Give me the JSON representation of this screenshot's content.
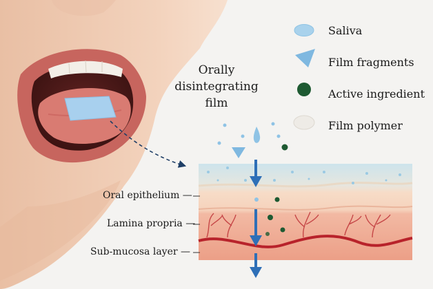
{
  "film_label": [
    "Orally",
    "disintegrating",
    "film"
  ],
  "legend": [
    {
      "icon": "saliva-drop-icon",
      "label": "Saliva",
      "color": "#a9d2ec"
    },
    {
      "icon": "film-fragment-icon",
      "label": "Film fragments",
      "color": "#7fb8e0"
    },
    {
      "icon": "active-ingredient-icon",
      "label": "Active ingredient",
      "color": "#1e5a32"
    },
    {
      "icon": "film-polymer-icon",
      "label": "Film polymer",
      "color": "#eeebe6"
    }
  ],
  "layers": [
    {
      "label": "Oral epithelium —",
      "color": "#f6dcc7"
    },
    {
      "label": "Lamina propria —",
      "color": "#f3c4ad"
    },
    {
      "label": "Sub-mucosa layer —",
      "color": "#eea68d"
    }
  ],
  "colors": {
    "saliva_layer": "#cfe6ee",
    "flow_arrow": "#2e6fb7",
    "blood_vessel": "#b8232b",
    "skin": "#f1cdb5",
    "lips": "#c9665f",
    "film": "#a8d0ee"
  }
}
